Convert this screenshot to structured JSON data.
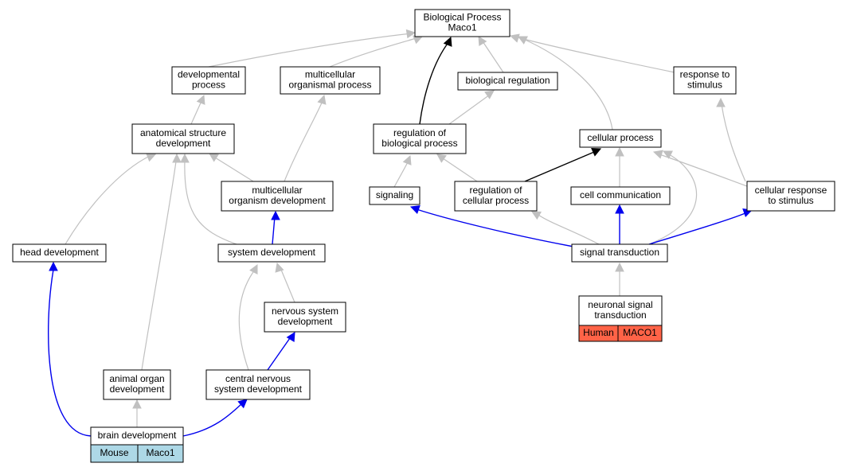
{
  "colors": {
    "grey_edge": "#c0c0c0",
    "black_edge": "#000000",
    "blue_edge": "#0000ee",
    "mouse_fill": "#add8e6",
    "human_fill": "#ff6347"
  },
  "nodes": {
    "root": [
      "Biological Process",
      "Maco1"
    ],
    "developmental_process": [
      "developmental",
      "process"
    ],
    "multicellular_organismal_process": [
      "multicellular",
      "organismal process"
    ],
    "biological_regulation": [
      "biological regulation"
    ],
    "response_to_stimulus": [
      "response to",
      "stimulus"
    ],
    "anatomical_structure_development": [
      "anatomical structure",
      "development"
    ],
    "regulation_of_biological_process": [
      "regulation of",
      "biological process"
    ],
    "cellular_process": [
      "cellular process"
    ],
    "multicellular_organism_development": [
      "multicellular",
      "organism development"
    ],
    "signaling": [
      "signaling"
    ],
    "regulation_of_cellular_process": [
      "regulation of",
      "cellular process"
    ],
    "cell_communication": [
      "cell communication"
    ],
    "cellular_response_to_stimulus": [
      "cellular response",
      "to stimulus"
    ],
    "head_development": [
      "head development"
    ],
    "system_development": [
      "system development"
    ],
    "signal_transduction": [
      "signal transduction"
    ],
    "nervous_system_development": [
      "nervous system",
      "development"
    ],
    "neuronal_signal_transduction": [
      "neuronal signal",
      "transduction"
    ],
    "animal_organ_development": [
      "animal organ",
      "development"
    ],
    "central_nervous_system_development": [
      "central nervous",
      "system development"
    ],
    "brain_development": [
      "brain development"
    ]
  },
  "annotations": {
    "brain_development": [
      "Mouse",
      "Maco1"
    ],
    "neuronal_signal_transduction": [
      "Human",
      "MACO1"
    ]
  }
}
